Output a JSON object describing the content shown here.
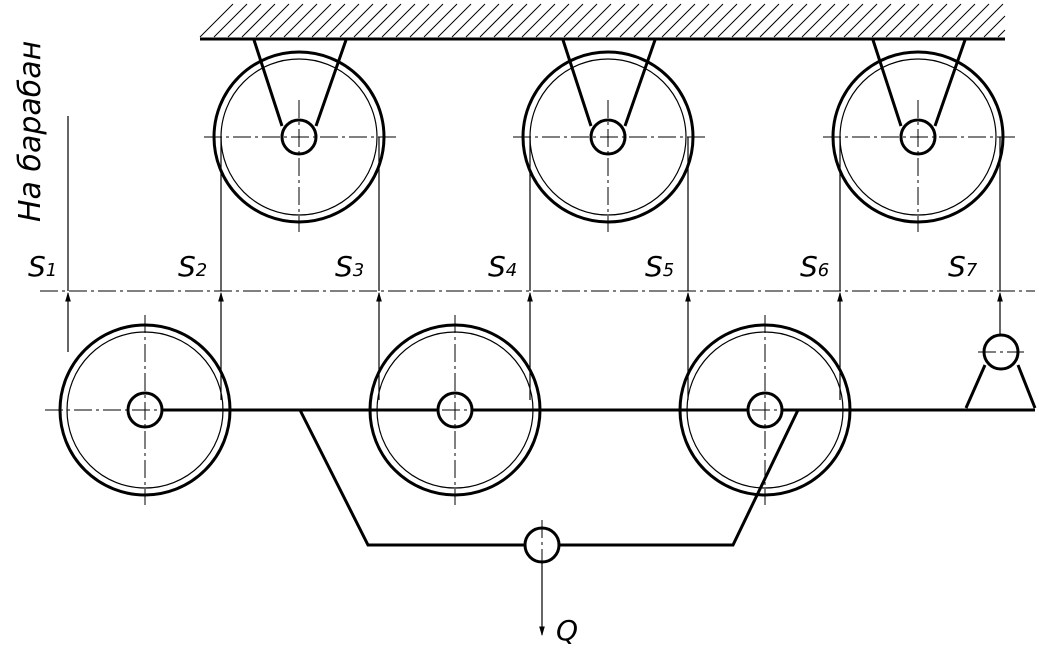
{
  "drum_label": "На барабан",
  "load_label": "Q",
  "tensions": [
    {
      "base": "S",
      "index": "1"
    },
    {
      "base": "S",
      "index": "2"
    },
    {
      "base": "S",
      "index": "3"
    },
    {
      "base": "S",
      "index": "4"
    },
    {
      "base": "S",
      "index": "5"
    },
    {
      "base": "S",
      "index": "6"
    },
    {
      "base": "S",
      "index": "7"
    }
  ]
}
